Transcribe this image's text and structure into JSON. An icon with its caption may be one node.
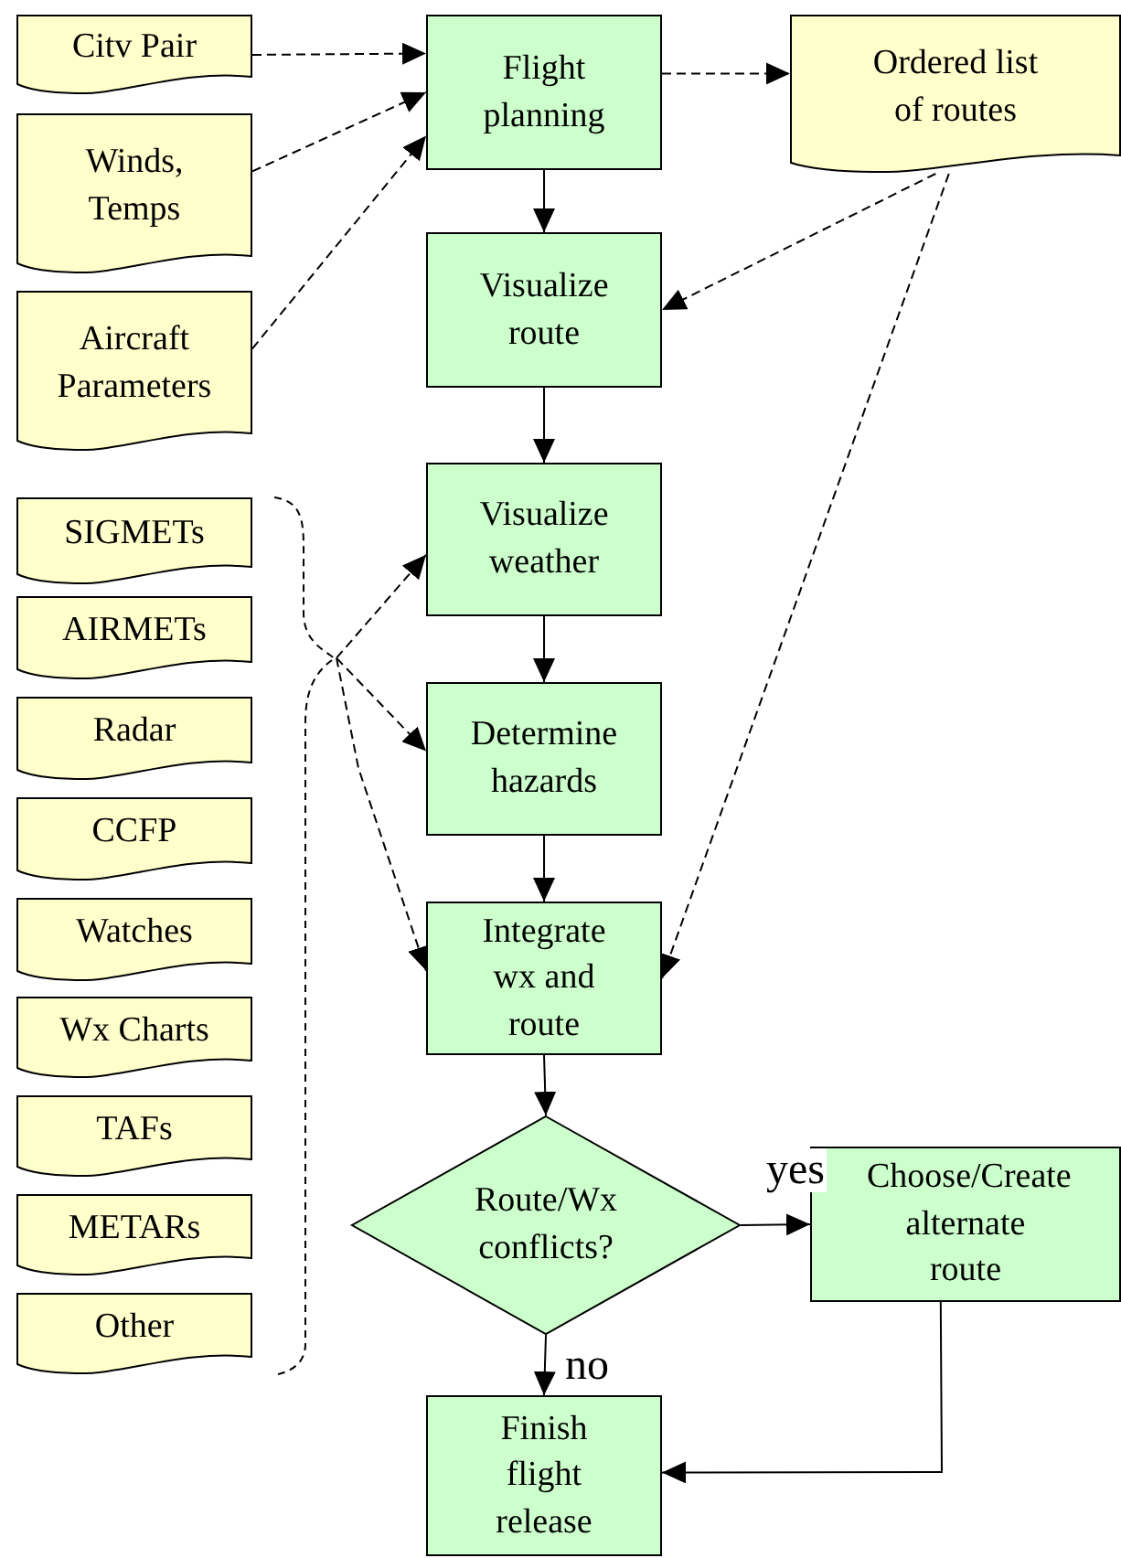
{
  "diagram": {
    "nodes": [
      {
        "text": [
          "Citv Pair"
        ]
      },
      {
        "text": [
          "Winds, Temps"
        ]
      },
      {
        "text": [
          "Aircraft Parameters"
        ]
      },
      {
        "text": [
          "SIGMETs"
        ]
      },
      {
        "text": [
          "AIRMETs"
        ]
      },
      {
        "text": [
          "Radar"
        ]
      },
      {
        "text": [
          "CCFP"
        ]
      },
      {
        "text": [
          "Watches"
        ]
      },
      {
        "text": [
          "Wx Charts"
        ]
      },
      {
        "text": [
          "TAFs"
        ]
      },
      {
        "text": [
          "METARs"
        ]
      },
      {
        "text": [
          "Other"
        ]
      },
      {
        "text": [
          "Flight planning"
        ]
      },
      {
        "text": [
          "Ordered list of routes"
        ]
      },
      {
        "text": [
          "Visualize route"
        ]
      },
      {
        "text": [
          "Visualize weather"
        ]
      },
      {
        "text": [
          "Determine hazards"
        ]
      },
      {
        "text": [
          "Integrate wx and route"
        ]
      },
      {
        "text": [
          "Route/Wx conflicts?"
        ]
      },
      {
        "text": [
          "Choose/Create alternate route"
        ]
      },
      {
        "text": [
          "Finish flight release"
        ]
      },
      {
        "text": [],
        "shape": "bracket"
      }
    ],
    "edges": [
      {
        "from": 0,
        "to": 12,
        "arrow": "to",
        "style": "dashed"
      },
      {
        "from": 1,
        "to": 12,
        "arrow": "to",
        "style": "dashed"
      },
      {
        "from": 2,
        "to": 12,
        "arrow": "to",
        "style": "dashed"
      },
      {
        "from": 12,
        "to": 13,
        "arrow": "to",
        "style": "dashed"
      },
      {
        "from": 12,
        "to": 14,
        "arrow": "to"
      },
      {
        "from": 13,
        "to": 14,
        "arrow": "to",
        "style": "dashed"
      },
      {
        "from": 14,
        "to": 15,
        "arrow": "to"
      },
      {
        "from": 21,
        "to": 15,
        "arrow": "to",
        "style": "dashed"
      },
      {
        "from": 21,
        "to": 16,
        "arrow": "to",
        "style": "dashed"
      },
      {
        "from": 15,
        "to": 16,
        "arrow": "to"
      },
      {
        "from": 13,
        "to": 17,
        "arrow": "to",
        "style": "dashed"
      },
      {
        "from": 21,
        "to": 17,
        "arrow": "to",
        "style": "dashed"
      },
      {
        "from": 16,
        "to": 17,
        "arrow": "to"
      },
      {
        "from": 17,
        "to": 18,
        "arrow": "to"
      },
      {
        "from": 18,
        "to": 19,
        "label": "yes",
        "arrow": "to"
      },
      {
        "from": 18,
        "to": 20,
        "label": "no",
        "arrow": "to"
      },
      {
        "from": 19,
        "to": 20,
        "arrow": "to"
      }
    ]
  }
}
